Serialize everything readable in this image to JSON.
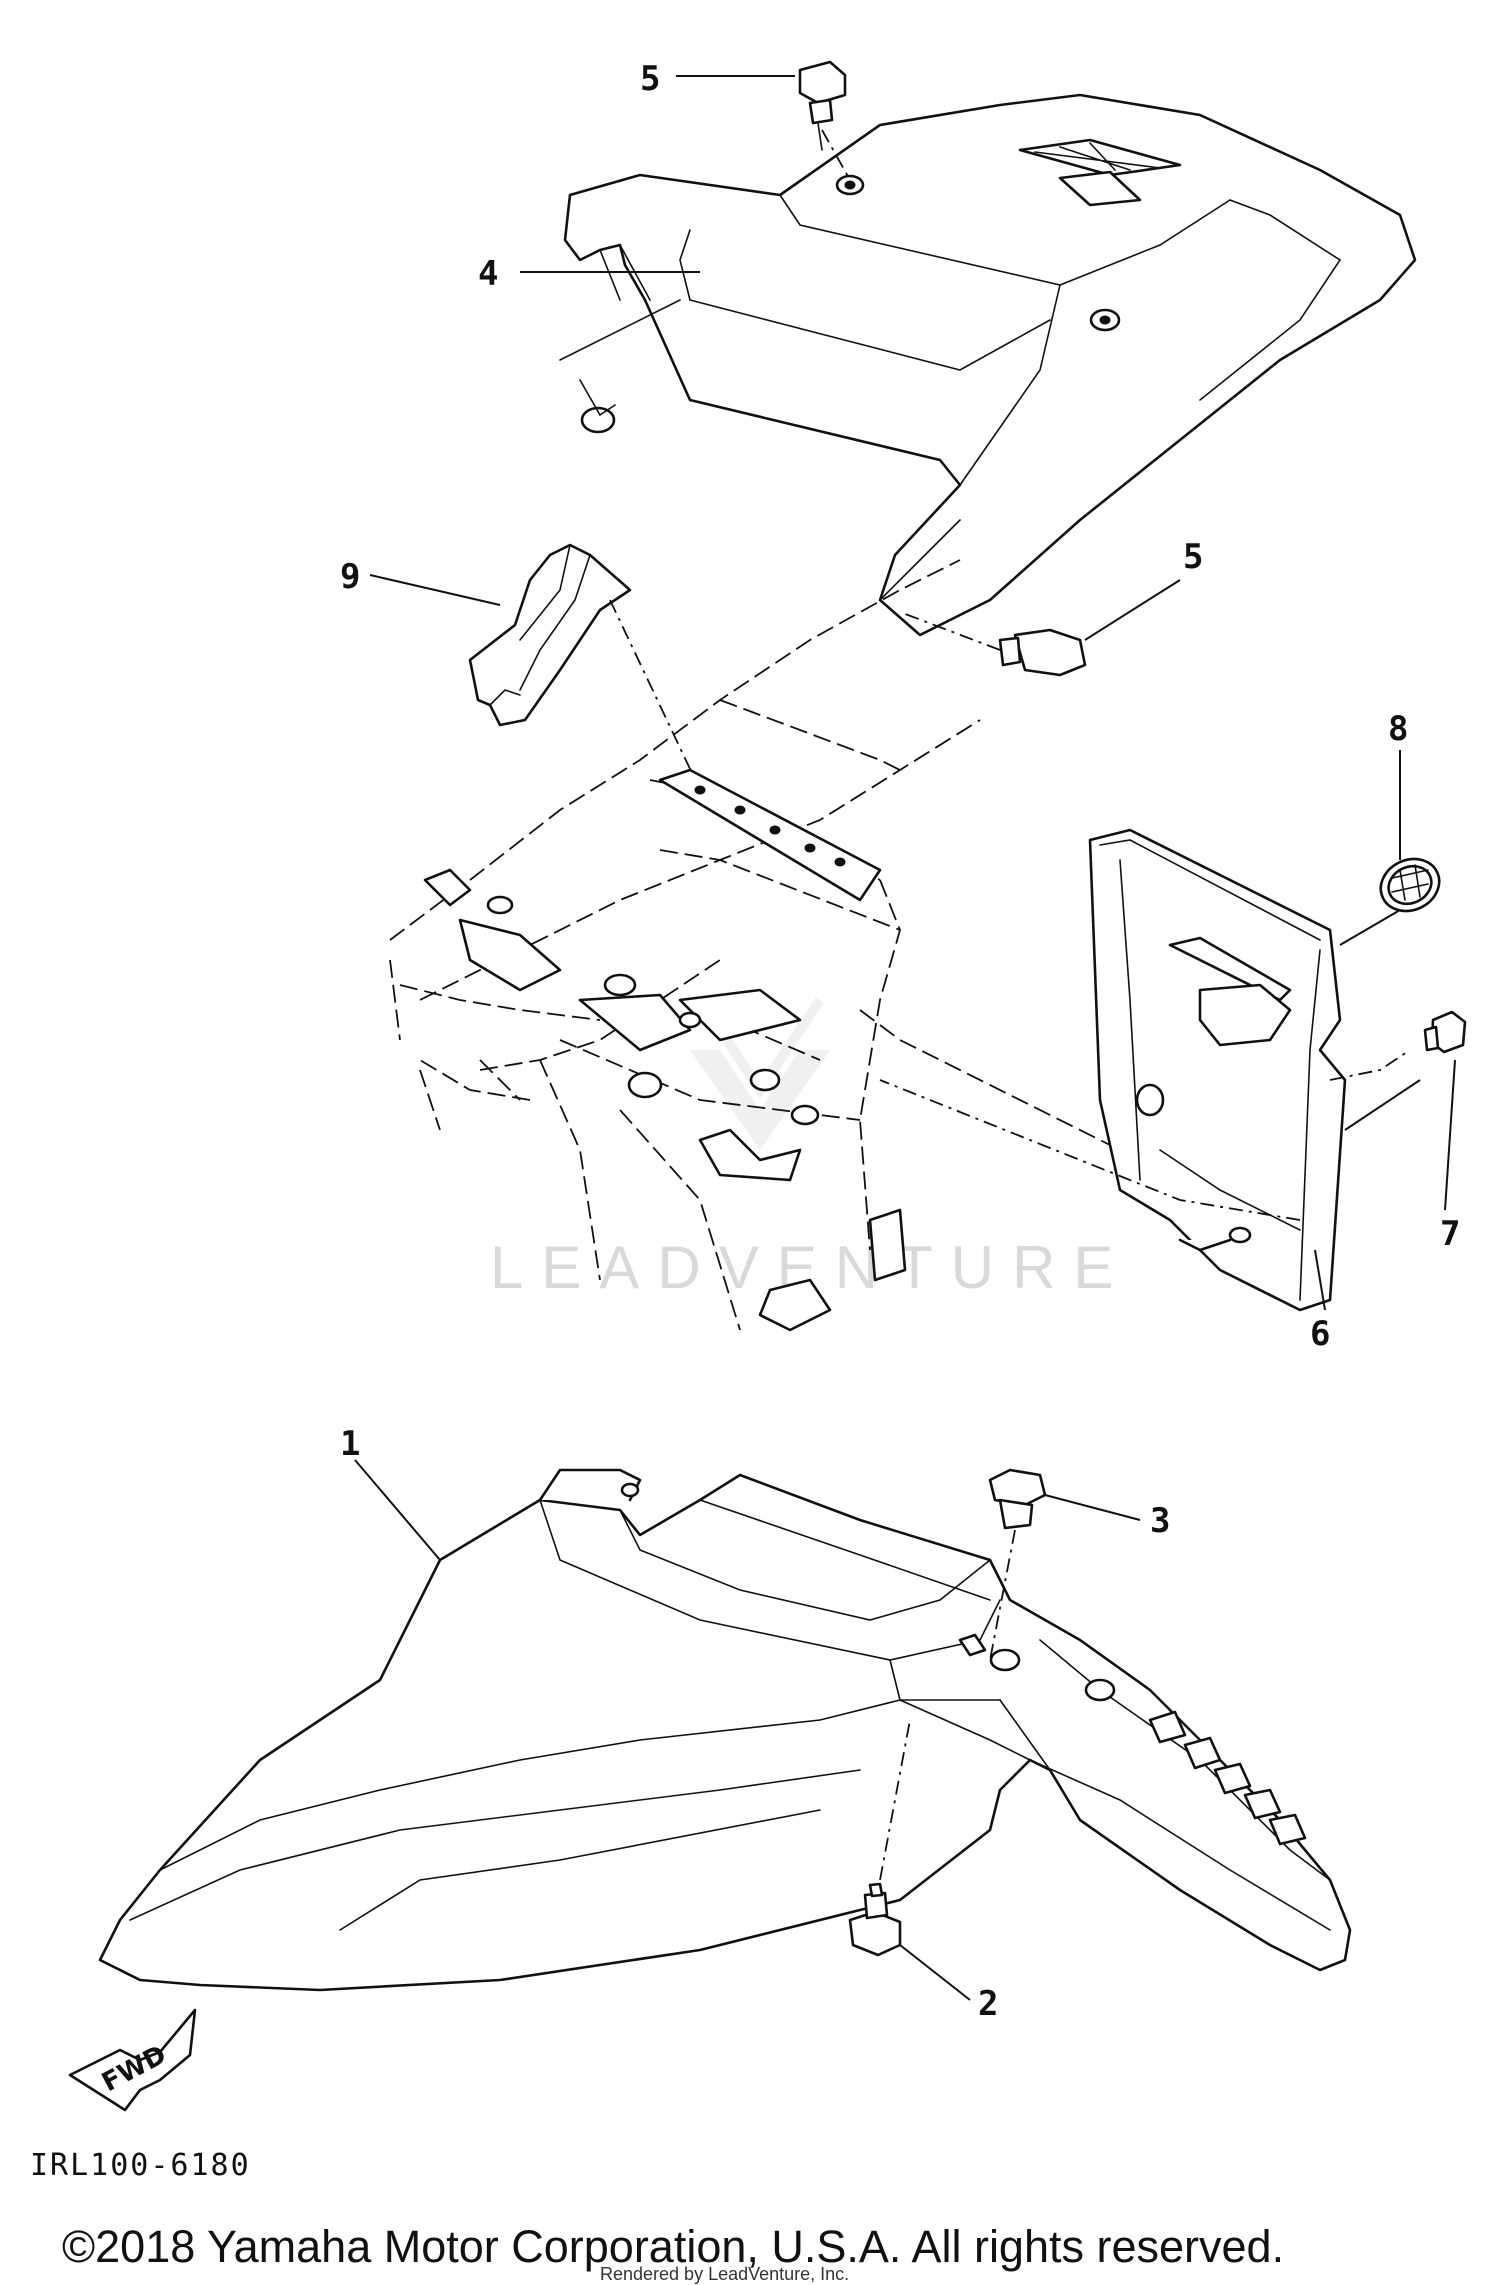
{
  "diagram": {
    "callouts": {
      "part_1": "1",
      "part_2": "2",
      "part_3": "3",
      "part_4": "4",
      "part_5_top": "5",
      "part_5_side": "5",
      "part_6": "6",
      "part_7": "7",
      "part_8": "8",
      "part_9": "9"
    },
    "fwd_arrow_label": "FWD",
    "diagram_code": "IRL100-6180",
    "watermark": "LEADVENTURE",
    "copyright": "©2018 Yamaha Motor Corporation, U.S.A. All rights reserved.",
    "rendered_by": "Rendered by LeadVenture, Inc."
  }
}
